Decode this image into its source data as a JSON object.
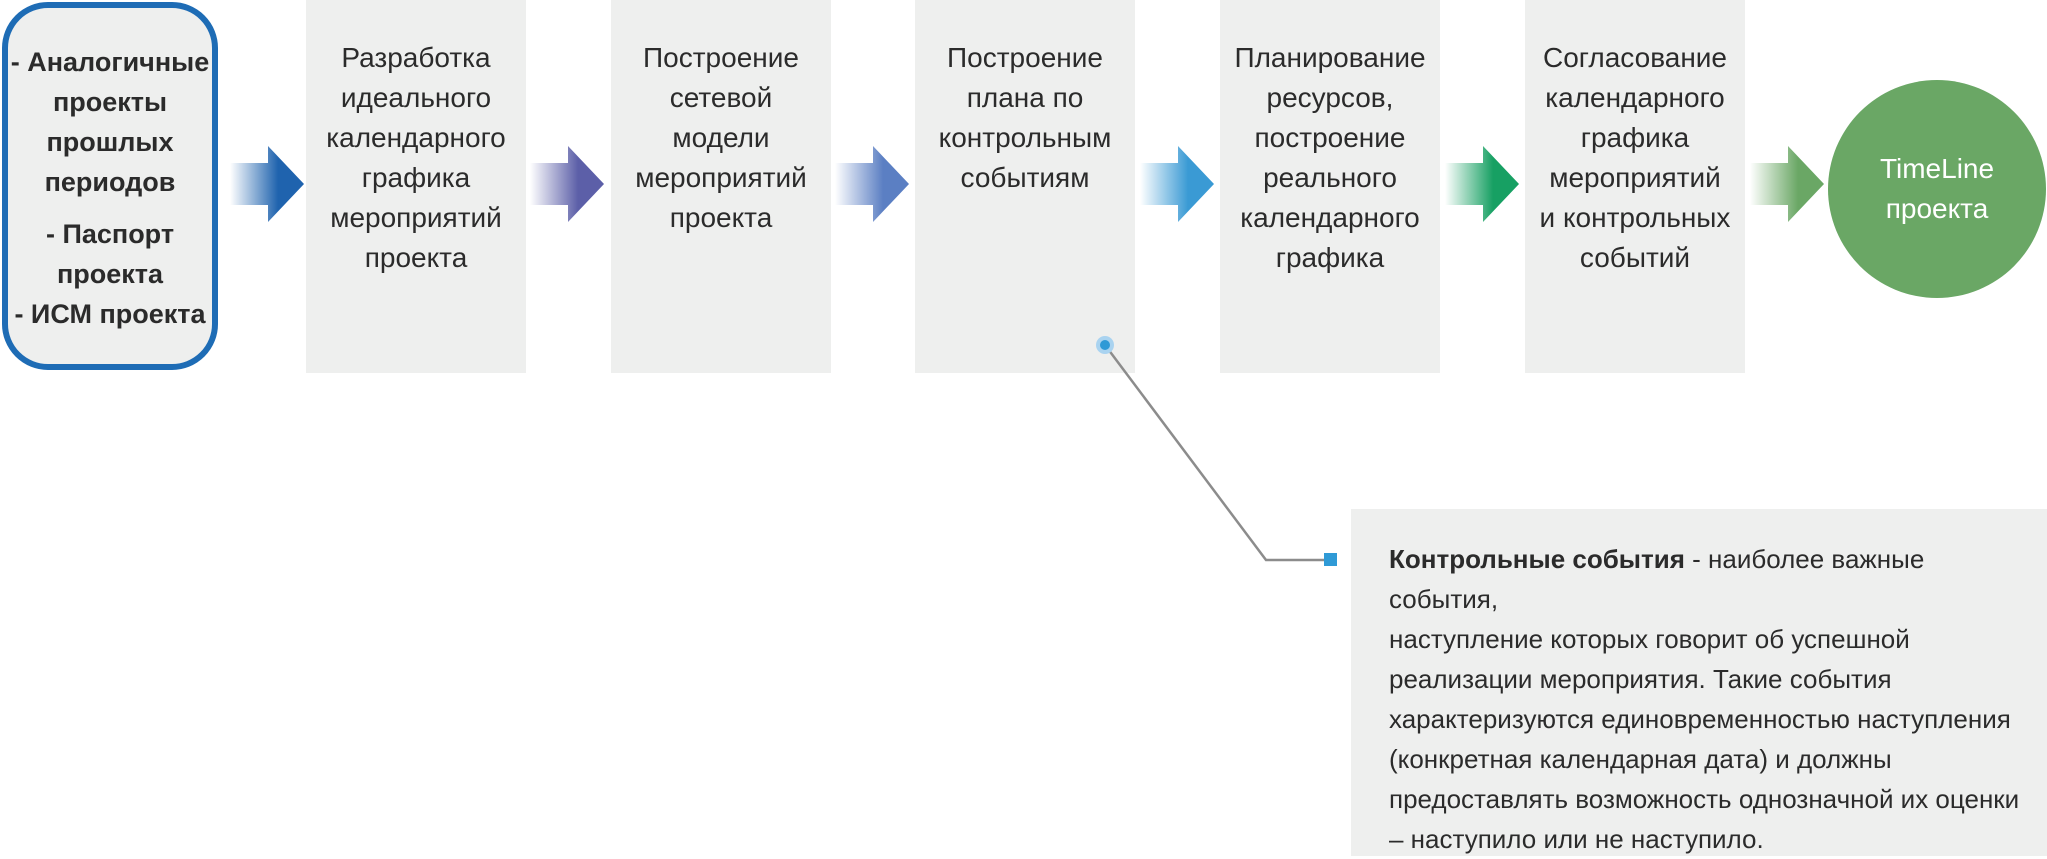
{
  "inputs": {
    "lines": [
      "- Аналогичные",
      "проекты",
      "прошлых",
      "периодов",
      "- Паспорт",
      "проекта",
      "- ИСМ проекта"
    ]
  },
  "steps": [
    {
      "lines": [
        "Разработка",
        "идеального",
        "календарного",
        "графика",
        "мероприятий",
        "проекта"
      ]
    },
    {
      "lines": [
        "Построение",
        "сетевой",
        "модели",
        "мероприятий",
        "проекта"
      ]
    },
    {
      "lines": [
        "Построение",
        "плана по",
        "контрольным",
        "событиям"
      ]
    },
    {
      "lines": [
        "Планирование",
        "ресурсов,",
        "построение",
        "реального",
        "календарного",
        "графика"
      ]
    },
    {
      "lines": [
        "Согласование",
        "календарного",
        "графика",
        "мероприятий",
        "и контрольных",
        "событий"
      ]
    }
  ],
  "result": {
    "lines": [
      "TimeLine",
      "проекта"
    ]
  },
  "note": {
    "term": "Контрольные события",
    "lines": [
      " - наиболее важные события,",
      "наступление которых говорит об успешной",
      "реализации мероприятия. Такие события",
      "характеризуются единовременностью наступления",
      "(конкретная календарная дата) и должны",
      "предоставлять возможность однозначной их оценки",
      "– наступило или не наступило."
    ]
  },
  "colors": {
    "box_fill": "#eeefee",
    "input_border": "#1e6cb5",
    "result_fill": "#6aa765",
    "connector_line": "#8c8c8c",
    "connector_marker": "#2f9ad6",
    "arrows": [
      "#1f63ae",
      "#5c5fa8",
      "#5b7fc3",
      "#3a9ad4",
      "#17a063",
      "#6aa765"
    ]
  }
}
